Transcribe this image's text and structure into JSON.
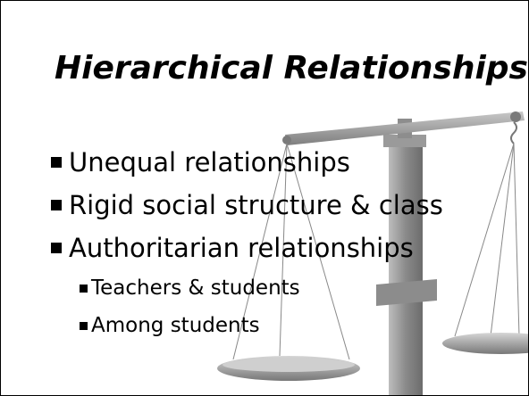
{
  "slide": {
    "title": "Hierarchical Relationships",
    "bullets": [
      {
        "text": "Unequal relationships",
        "level": 1
      },
      {
        "text": "Rigid social structure & class",
        "level": 1
      },
      {
        "text": "Authoritarian relationships",
        "level": 1
      },
      {
        "text": "Teachers & students",
        "level": 2
      },
      {
        "text": "Among students",
        "level": 2
      }
    ],
    "background_image": "balance-scale-icon",
    "colors": {
      "text": "#000000",
      "background": "#ffffff",
      "scale_metal": "#8e8e8e"
    }
  }
}
